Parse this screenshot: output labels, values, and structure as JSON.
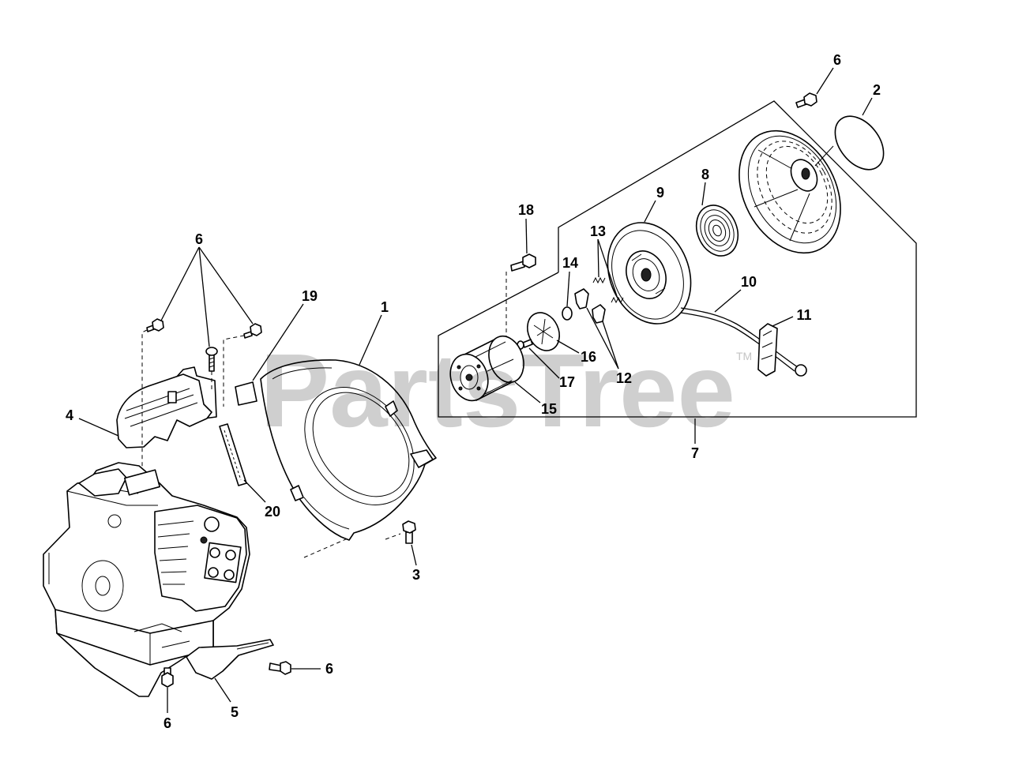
{
  "diagram": {
    "callouts": [
      "6",
      "2",
      "8",
      "9",
      "18",
      "13",
      "14",
      "10",
      "11",
      "16",
      "17",
      "12",
      "15",
      "7",
      "19",
      "1",
      "6",
      "4",
      "20",
      "3",
      "6",
      "6",
      "5"
    ]
  },
  "watermark": {
    "text": "PartsTree",
    "tm": "TM"
  },
  "colors": {
    "line": "#000000",
    "background": "#ffffff",
    "watermark": "#cfcfcf"
  }
}
